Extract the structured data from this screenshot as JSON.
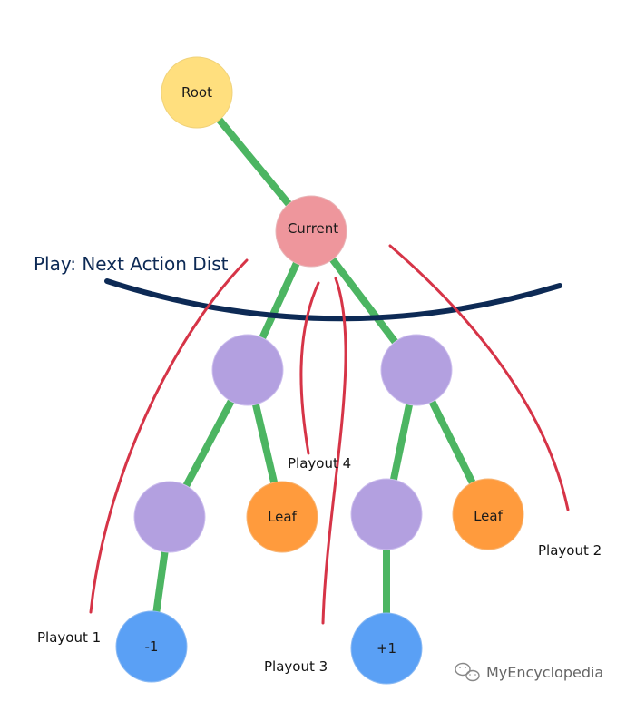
{
  "colors": {
    "root": "#ffdf7e",
    "current": "#ee969c",
    "inner": "#b3a0e0",
    "leaf": "#ff9b3d",
    "terminal": "#5aa0f5",
    "edge": "#4cb562",
    "playout": "#d63447",
    "arc": "#0d2a55"
  },
  "nodes": {
    "root": "Root",
    "current": "Current",
    "leaf_left": "Leaf",
    "leaf_right": "Leaf",
    "terminal_left": "-1",
    "terminal_right": "+1"
  },
  "arc_label": "Play: Next Action Dist",
  "playouts": {
    "p1": "Playout 1",
    "p2": "Playout 2",
    "p3": "Playout 3",
    "p4": "Playout 4"
  },
  "watermark": "MyEncyclopedia"
}
